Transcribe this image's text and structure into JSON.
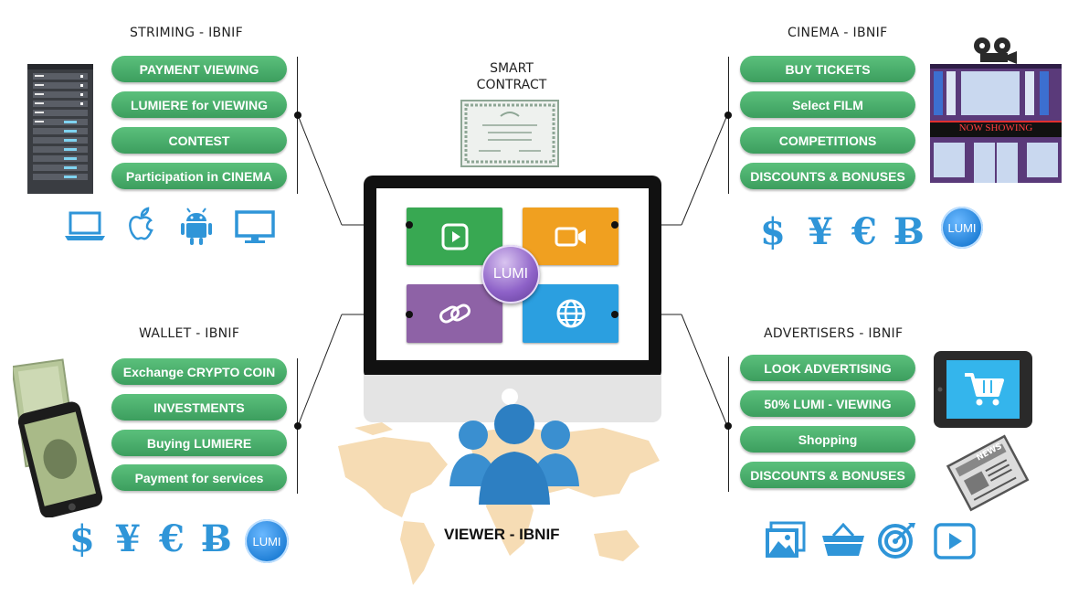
{
  "colors": {
    "pill_green": "#4caf6a",
    "icon_blue": "#2f95d8",
    "tile_green": "#38a852",
    "tile_orange": "#f0a020",
    "tile_purple": "#8e62a6",
    "tile_blue": "#2b9fe0",
    "map_beige": "#f6dcb4",
    "people_blue": "#3a8fd0"
  },
  "sections": {
    "streaming": {
      "title": "STRIMING - IBNIF",
      "items": [
        "PAYMENT VIEWING",
        "LUMIERE for VIEWING",
        "CONTEST",
        "Participation in CINEMA"
      ],
      "icons": [
        "laptop-icon",
        "apple-icon",
        "android-icon",
        "monitor-icon"
      ]
    },
    "cinema": {
      "title": "CINEMA - IBNIF",
      "items": [
        "BUY TICKETS",
        "Select FILM",
        "COMPETITIONS",
        "DISCOUNTS & BONUSES"
      ],
      "sign": "NOW SHOWING",
      "currencies": [
        "$",
        "¥",
        "€",
        "Ƀ"
      ],
      "coin": "LUMI"
    },
    "wallet": {
      "title": "WALLET - IBNIF",
      "items": [
        "Exchange CRYPTO COIN",
        "INVESTMENTS",
        "Buying LUMIERE",
        "Payment for services"
      ],
      "currencies": [
        "$",
        "¥",
        "€",
        "Ƀ"
      ],
      "coin": "LUMI"
    },
    "advertisers": {
      "title": "ADVERTISERS - IBNIF",
      "items": [
        "LOOK ADVERTISING",
        "50% LUMI -  VIEWING",
        "Shopping",
        "DISCOUNTS & BONUSES"
      ],
      "newspaper": "NEWS",
      "icons": [
        "image-icon",
        "basket-icon",
        "target-icon",
        "play-icon"
      ]
    }
  },
  "center": {
    "smart_contract": [
      "SMART",
      "CONTRACT"
    ],
    "hub_coin": "LUMI",
    "viewer_label": "VIEWER - IBNIF",
    "tiles": [
      "play-tile",
      "video-tile",
      "link-tile",
      "globe-tile"
    ]
  }
}
